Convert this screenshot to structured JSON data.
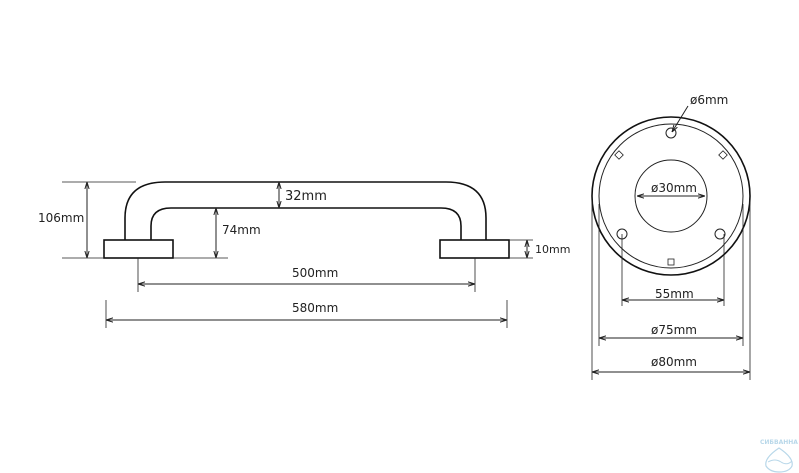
{
  "side_view": {
    "labels": {
      "overall_height": "106mm",
      "tube_height": "32mm",
      "inner_height": "74mm",
      "base_thickness": "10mm",
      "inner_length": "500mm",
      "overall_length": "580mm"
    }
  },
  "flange_view": {
    "labels": {
      "screw_hole": "ø6mm",
      "inner_diameter": "ø30mm",
      "hole_spacing": "55mm",
      "inner_flange_diameter": "ø75mm",
      "outer_flange_diameter": "ø80mm"
    }
  },
  "watermark": {
    "text": "СИБВАННА"
  },
  "colors": {
    "line": "#222222",
    "watermark": "#7fb8d8"
  }
}
